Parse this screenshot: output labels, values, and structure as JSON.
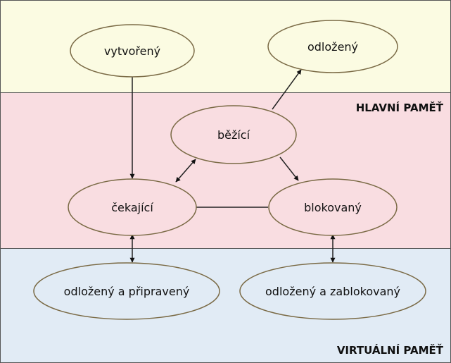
{
  "colors": {
    "top_band": "#fbfbe2",
    "main_band": "#f9dde1",
    "virtual_band": "#e1ebf5",
    "border": "#555555",
    "node_fill_top": "#fbfbe2",
    "node_fill_main": "#f9dde1",
    "node_fill_virtual": "#e1ebf5",
    "node_stroke": "#7a6a45",
    "arrow": "#111111"
  },
  "bands": {
    "main_label": "HLAVNÍ PAMĚŤ",
    "virtual_label": "VIRTUÁLNÍ PAMĚŤ"
  },
  "nodes": {
    "created": "vytvořený",
    "suspended": "odložený",
    "running": "běžící",
    "waiting": "čekající",
    "blocked": "blokovaný",
    "suspended_ready": "odložený a připravený",
    "suspended_blocked": "odložený a zablokovaný"
  }
}
